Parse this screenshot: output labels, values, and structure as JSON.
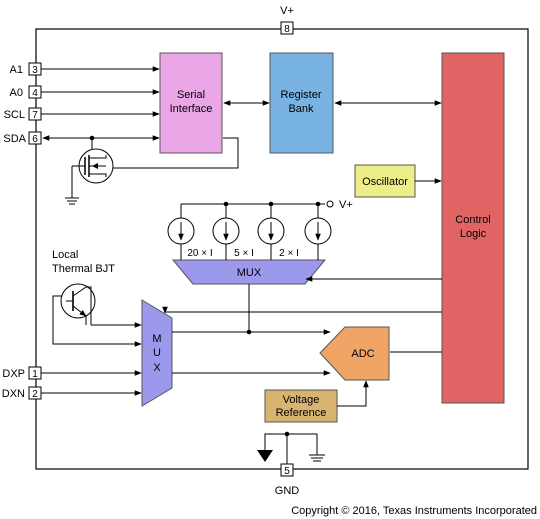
{
  "pins": {
    "vplus": {
      "label": "V+",
      "num": "8"
    },
    "a1": {
      "label": "A1",
      "num": "3"
    },
    "a0": {
      "label": "A0",
      "num": "4"
    },
    "scl": {
      "label": "SCL",
      "num": "7"
    },
    "sda": {
      "label": "SDA",
      "num": "6"
    },
    "dxp": {
      "label": "DXP",
      "num": "1"
    },
    "dxn": {
      "label": "DXN",
      "num": "2"
    },
    "gnd": {
      "label": "GND",
      "num": "5"
    }
  },
  "blocks": {
    "serial_interface": {
      "line1": "Serial",
      "line2": "Interface",
      "color": "#eaa6e6"
    },
    "register_bank": {
      "line1": "Register",
      "line2": "Bank",
      "color": "#79b3e3"
    },
    "control_logic": {
      "line1": "Control",
      "line2": "Logic",
      "color": "#e06464"
    },
    "oscillator": {
      "label": "Oscillator",
      "color": "#eeee88"
    },
    "adc": {
      "label": "ADC",
      "color": "#f0a466"
    },
    "voltage_reference": {
      "line1": "Voltage",
      "line2": "Reference",
      "color": "#d8b470"
    },
    "mux_top": {
      "label": "MUX",
      "color": "#9c98ec"
    },
    "mux_left": {
      "l1": "M",
      "l2": "U",
      "l3": "X",
      "color": "#9c98ec"
    }
  },
  "current_sources": {
    "labels": [
      "20 × I",
      "5 × I",
      "2 × I"
    ],
    "supply": "V+"
  },
  "local_bjt": {
    "line1": "Local",
    "line2": "Thermal BJT"
  },
  "copyright": "Copyright © 2016, Texas Instruments Incorporated"
}
